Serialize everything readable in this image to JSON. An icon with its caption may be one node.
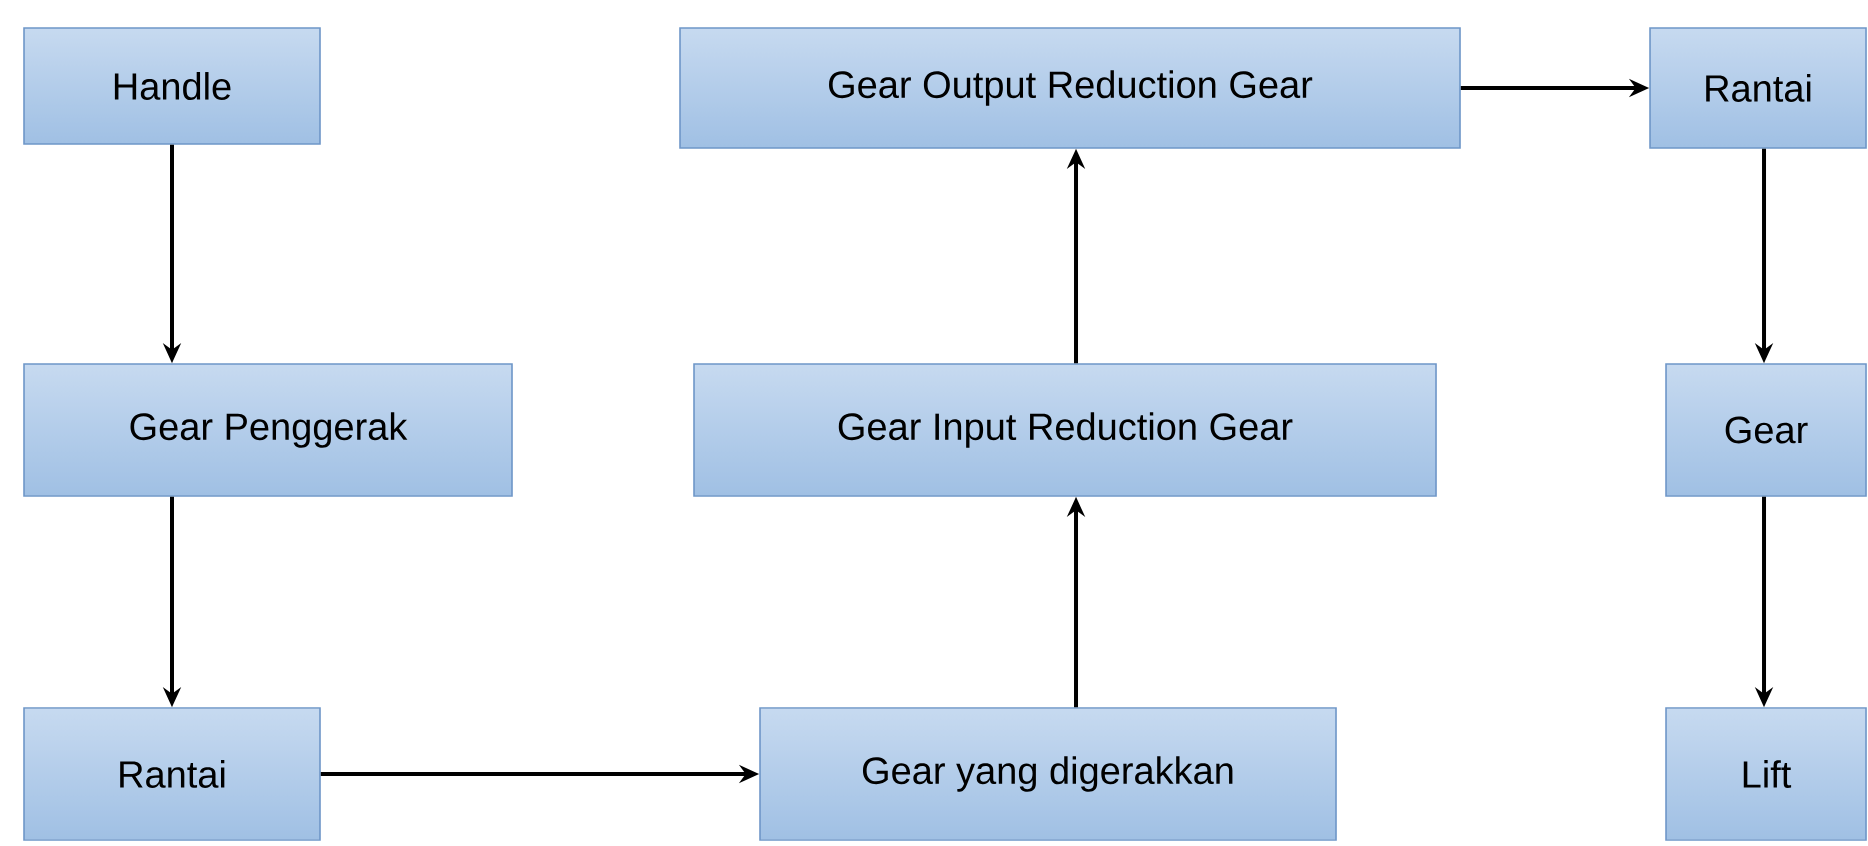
{
  "diagram": {
    "nodes": [
      {
        "text": [
          "Handle"
        ]
      },
      {
        "text": [
          "Gear Penggerak"
        ]
      },
      {
        "text": [
          "Rantai"
        ]
      },
      {
        "text": [
          "Gear yang digerakkan"
        ]
      },
      {
        "text": [
          "Gear Input Reduction Gear"
        ]
      },
      {
        "text": [
          "Gear Output Reduction Gear"
        ]
      },
      {
        "text": [
          "Rantai"
        ]
      },
      {
        "text": [
          "Gear"
        ]
      },
      {
        "text": [
          "Lift"
        ]
      }
    ],
    "edges": [
      {
        "from": 0,
        "to": 1,
        "arrow": "to"
      },
      {
        "from": 1,
        "to": 2,
        "arrow": "to"
      },
      {
        "from": 2,
        "to": 3,
        "arrow": "to"
      },
      {
        "from": 3,
        "to": 4,
        "arrow": "to"
      },
      {
        "from": 4,
        "to": 5,
        "arrow": "to"
      },
      {
        "from": 5,
        "to": 6,
        "arrow": "to"
      },
      {
        "from": 6,
        "to": 7,
        "arrow": "to"
      },
      {
        "from": 7,
        "to": 8,
        "arrow": "to"
      }
    ]
  }
}
